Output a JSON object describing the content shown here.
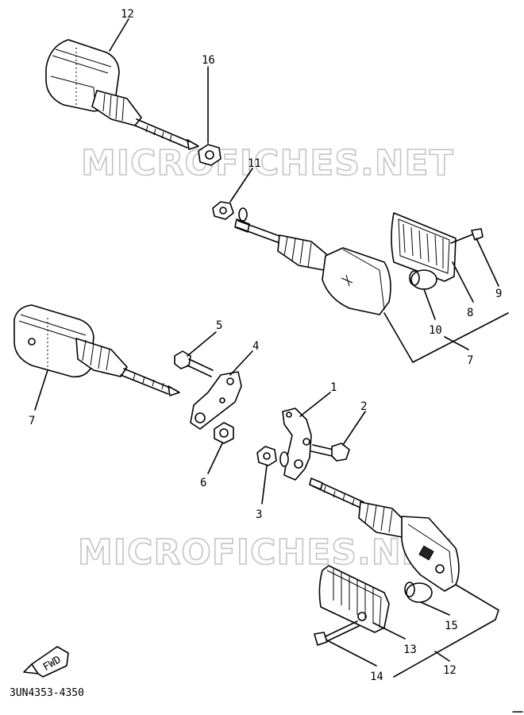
{
  "callouts": {
    "c12_top": "12",
    "c16": "16",
    "c11": "11",
    "c9": "9",
    "c8": "8",
    "c10": "10",
    "c7_right": "7",
    "c5": "5",
    "c4": "4",
    "c7_left": "7",
    "c6": "6",
    "c1": "1",
    "c2": "2",
    "c3": "3",
    "c15": "15",
    "c13": "13",
    "c12_bottom": "12",
    "c14": "14"
  },
  "watermark_top": "MICROFICHES.NET",
  "watermark_bottom": "MICROFICHES.NET",
  "fwd_label": "FWD",
  "diagram_code": "3UN4353-4350",
  "icons": {
    "watermark": "microfiches-watermark",
    "fwd": "forward-arrow-icon"
  }
}
